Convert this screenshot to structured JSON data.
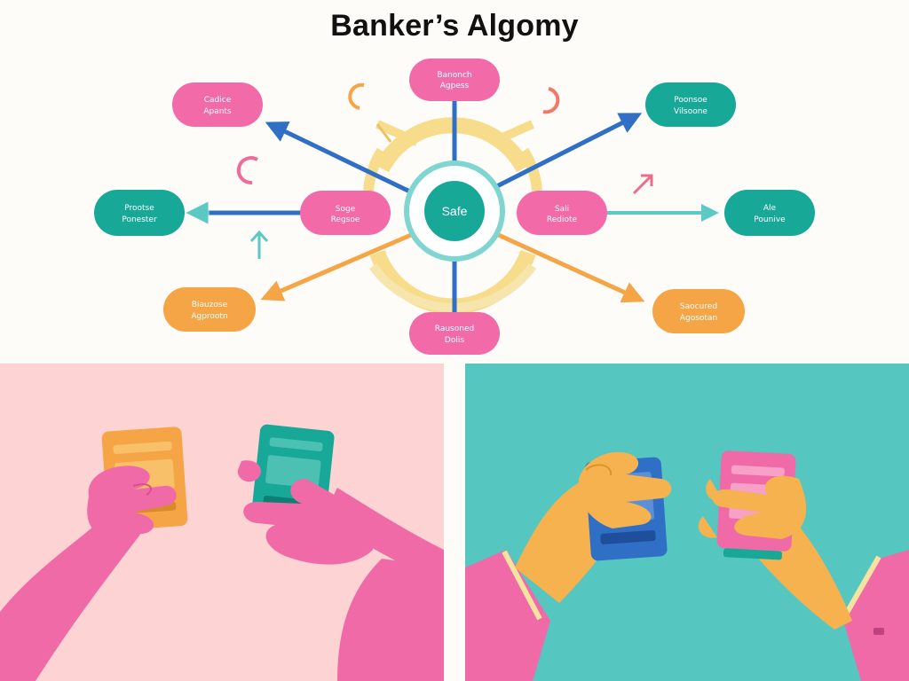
{
  "title": "Banker’s Algomy",
  "hub": {
    "label": "Safe"
  },
  "nodes": [
    {
      "id": "top",
      "lines": [
        "Banonch",
        "Agpess"
      ],
      "color": "#f26aa8"
    },
    {
      "id": "top-left",
      "lines": [
        "Cadice",
        "Apants"
      ],
      "color": "#f26aa8"
    },
    {
      "id": "top-right",
      "lines": [
        "Poonsoe",
        "Vilsoone"
      ],
      "color": "#17a898"
    },
    {
      "id": "far-left",
      "lines": [
        "Prootse",
        "Ponester"
      ],
      "color": "#17a898"
    },
    {
      "id": "inner-left",
      "lines": [
        "Soge",
        "Regsoe"
      ],
      "color": "#f26aa8"
    },
    {
      "id": "inner-right",
      "lines": [
        "Sali",
        "Rediote"
      ],
      "color": "#f26aa8"
    },
    {
      "id": "far-right",
      "lines": [
        "Ale",
        "Pounive"
      ],
      "color": "#17a898"
    },
    {
      "id": "bottom-left",
      "lines": [
        "Biauzose",
        "Agprootn"
      ],
      "color": "#f5a545"
    },
    {
      "id": "bottom",
      "lines": [
        "Rausoned",
        "Dolis"
      ],
      "color": "#f26aa8"
    },
    {
      "id": "bottom-right",
      "lines": [
        "Saocured",
        "Agosotan"
      ],
      "color": "#f5a545"
    }
  ],
  "colors": {
    "pink": "#f26aa8",
    "teal": "#17a898",
    "orange": "#f5a545",
    "blue": "#2f6fc6",
    "yellow": "#f7d77a",
    "left_panel_bg": "#fdd3d3",
    "right_panel_bg": "#55c6c0"
  },
  "illustrations": [
    {
      "panel": "left",
      "description_icon": "hands-exchanging-cards-icon"
    },
    {
      "panel": "right",
      "description_icon": "hands-exchanging-cards-icon"
    }
  ]
}
